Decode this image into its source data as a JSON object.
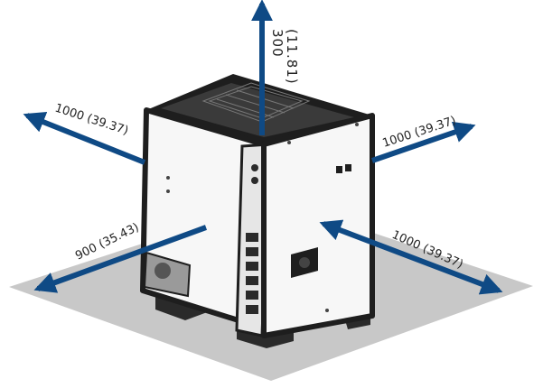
{
  "colors": {
    "arrow": "#0f4a85",
    "floor": "#c8c8c8",
    "body_outline": "#1e1e1e",
    "panel": "#f7f7f7"
  },
  "dimensions": {
    "top": {
      "value": "300",
      "imperial": "(11.81)"
    },
    "left_rear": "1000 (39.37)",
    "right_rear": "1000 (39.37)",
    "left_front": "900 (35.43)",
    "right_front": "1000 (39.37)"
  }
}
